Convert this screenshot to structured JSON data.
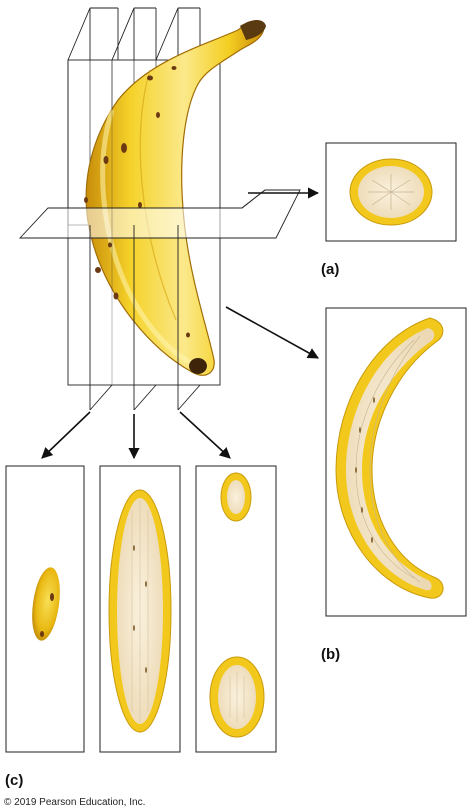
{
  "labels": {
    "a": "(a)",
    "b": "(b)",
    "c": "(c)"
  },
  "copyright": "© 2019 Pearson Education, Inc.",
  "colors": {
    "peel_yellow": "#f2c81c",
    "peel_dark": "#d49a0a",
    "flesh": "#f6ead2",
    "plane_fill": "#ffffff",
    "outline": "#222222",
    "arrow": "#111111",
    "spot": "#6b3a12"
  }
}
